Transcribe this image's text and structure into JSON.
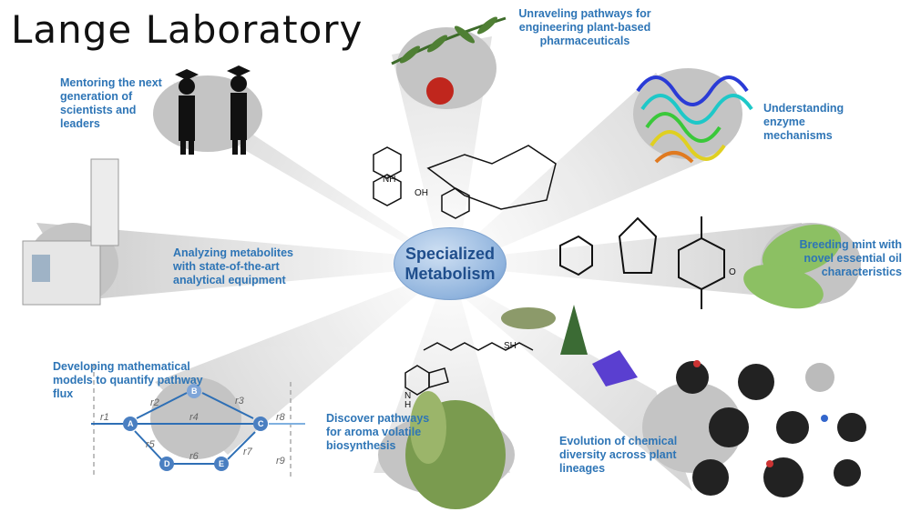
{
  "title": "Lange Laboratory",
  "center": {
    "line1": "Specialized",
    "line2": "Metabolism"
  },
  "topics": [
    {
      "id": "pharma",
      "text": "Unraveling pathways for engineering plant-based pharmaceuticals"
    },
    {
      "id": "mentoring",
      "text": "Mentoring the next generation of scientists and leaders"
    },
    {
      "id": "enzyme",
      "text": "Understanding enzyme mechanisms"
    },
    {
      "id": "metabolites",
      "text": "Analyzing metabolites with state-of-the-art analytical equipment"
    },
    {
      "id": "mint",
      "text": "Breeding mint with novel essential oil characteristics"
    },
    {
      "id": "flux",
      "text": "Developing mathematical models to quantify pathway flux"
    },
    {
      "id": "aroma",
      "text": "Discover pathways for aroma volatile biosynthesis"
    },
    {
      "id": "evolution",
      "text": "Evolution of chemical diversity across plant lineages"
    }
  ],
  "flux_diagram": {
    "nodes": [
      "A",
      "B",
      "C",
      "D",
      "E"
    ],
    "reactions": [
      "r1",
      "r2",
      "r3",
      "r4",
      "r5",
      "r6",
      "r7",
      "r8",
      "r9"
    ]
  },
  "chem_labels": {
    "sh": "SH",
    "nh": "NH",
    "h": "H",
    "n": "N",
    "o": "O",
    "oh": "OH"
  },
  "colors": {
    "label": "#2e75b6",
    "ray": "#d9d9d9",
    "node": "#4a7fc1"
  }
}
